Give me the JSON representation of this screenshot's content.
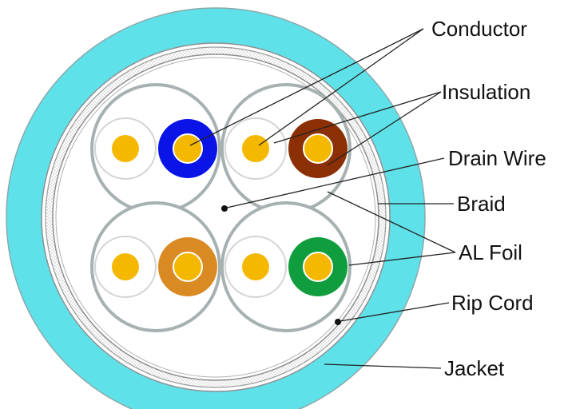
{
  "labels": {
    "conductor": "Conductor",
    "insulation": "Insulation",
    "drain_wire": "Drain Wire",
    "braid": "Braid",
    "al_foil": "AL Foil",
    "rip_cord": "Rip Cord",
    "jacket": "Jacket"
  },
  "colors": {
    "jacket": "#5fe1ea",
    "braid_pattern": "#b9b9b9",
    "pair_foil": "#a7b1b1",
    "insulation": "#e9e9e9",
    "conductor": "#f5b800",
    "pair_blue": "#0a14e6",
    "pair_brown": "#8b2f05",
    "pair_orange": "#d98a22",
    "pair_green": "#0f9d3d",
    "leader_line": "#222222"
  }
}
